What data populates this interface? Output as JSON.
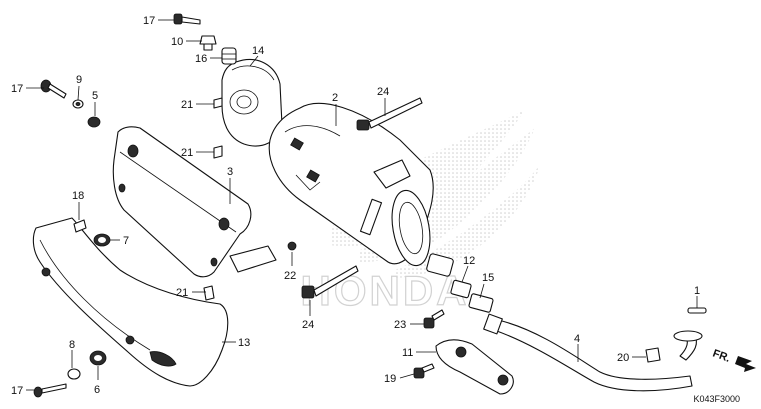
{
  "diagram": {
    "watermark_text": "HONDA",
    "figure_code": "K043F3000",
    "direction_label": "FR.",
    "colors": {
      "line": "#111111",
      "watermark": "#d9d9d9",
      "shade": "#bdbdbd"
    },
    "callouts": [
      {
        "id": "c17a",
        "label": "17"
      },
      {
        "id": "c10",
        "label": "10"
      },
      {
        "id": "c14",
        "label": "14"
      },
      {
        "id": "c16",
        "label": "16"
      },
      {
        "id": "c17b",
        "label": "17"
      },
      {
        "id": "c9",
        "label": "9"
      },
      {
        "id": "c5",
        "label": "5"
      },
      {
        "id": "c21a",
        "label": "21"
      },
      {
        "id": "c21b",
        "label": "21"
      },
      {
        "id": "c2",
        "label": "2"
      },
      {
        "id": "c24a",
        "label": "24"
      },
      {
        "id": "c3",
        "label": "3"
      },
      {
        "id": "c18",
        "label": "18"
      },
      {
        "id": "c7",
        "label": "7"
      },
      {
        "id": "c22",
        "label": "22"
      },
      {
        "id": "c21c",
        "label": "21"
      },
      {
        "id": "c24b",
        "label": "24"
      },
      {
        "id": "c12",
        "label": "12"
      },
      {
        "id": "c15",
        "label": "15"
      },
      {
        "id": "c1",
        "label": "1"
      },
      {
        "id": "c23",
        "label": "23"
      },
      {
        "id": "c13",
        "label": "13"
      },
      {
        "id": "c11",
        "label": "11"
      },
      {
        "id": "c4",
        "label": "4"
      },
      {
        "id": "c20",
        "label": "20"
      },
      {
        "id": "c8",
        "label": "8"
      },
      {
        "id": "c19",
        "label": "19"
      },
      {
        "id": "c6",
        "label": "6"
      },
      {
        "id": "c17c",
        "label": "17"
      }
    ]
  }
}
